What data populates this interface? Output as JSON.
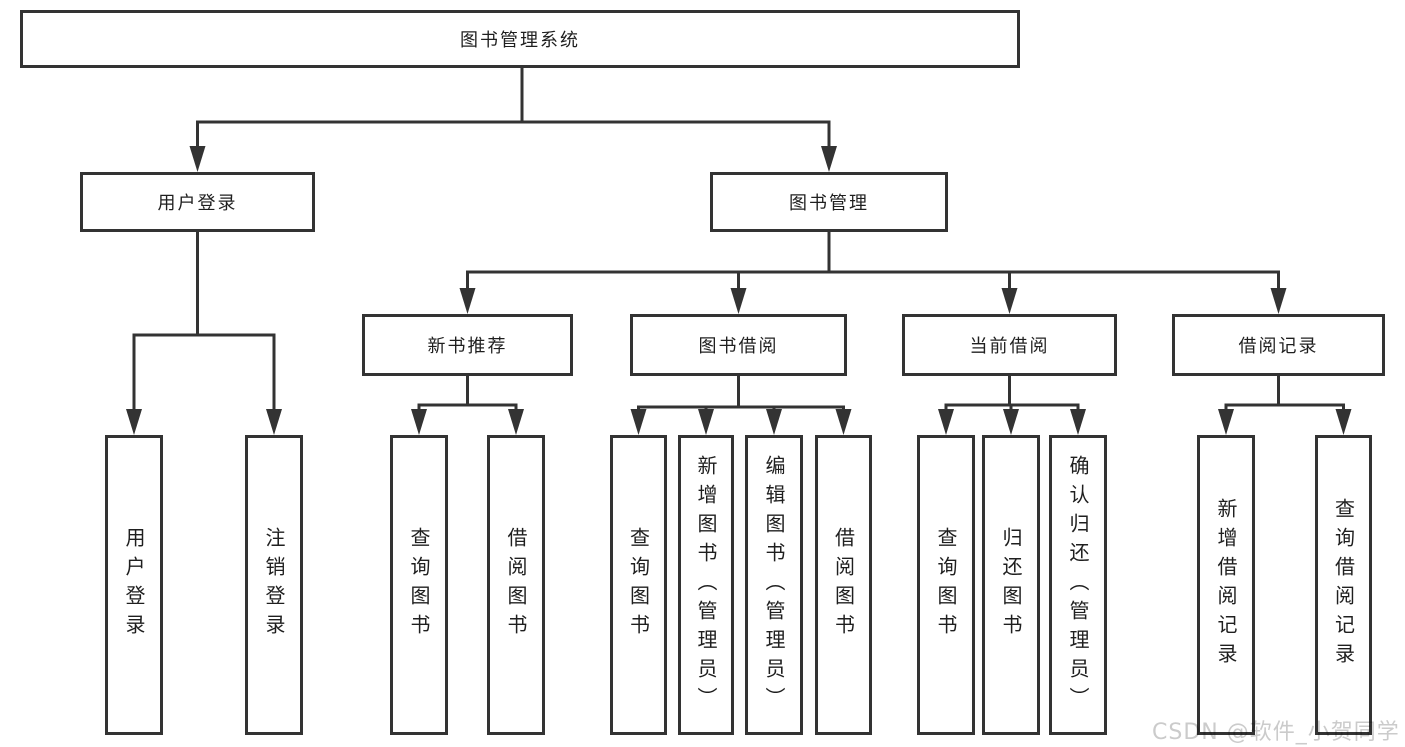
{
  "tree": {
    "root": {
      "label": "图书管理系统",
      "children": [
        {
          "label": "用户登录",
          "children": [
            {
              "label": "用户登录"
            },
            {
              "label": "注销登录"
            }
          ]
        },
        {
          "label": "图书管理",
          "children": [
            {
              "label": "新书推荐",
              "children": [
                {
                  "label": "查询图书"
                },
                {
                  "label": "借阅图书"
                }
              ]
            },
            {
              "label": "图书借阅",
              "children": [
                {
                  "label": "查询图书"
                },
                {
                  "label": "新增图书（管理员）"
                },
                {
                  "label": "编辑图书（管理员）"
                },
                {
                  "label": "借阅图书"
                }
              ]
            },
            {
              "label": "当前借阅",
              "children": [
                {
                  "label": "查询图书"
                },
                {
                  "label": "归还图书"
                },
                {
                  "label": "确认归还（管理员）"
                }
              ]
            },
            {
              "label": "借阅记录",
              "children": [
                {
                  "label": "新增借阅记录"
                },
                {
                  "label": "查询借阅记录"
                }
              ]
            }
          ]
        }
      ]
    }
  },
  "watermark": {
    "text": "CSDN @软件_小贺同学"
  },
  "colors": {
    "line": "#333333",
    "text": "#1f1f1f",
    "box_background": "#ffffff",
    "page_background": "#ffffff",
    "watermark": "#cbcbcb"
  }
}
